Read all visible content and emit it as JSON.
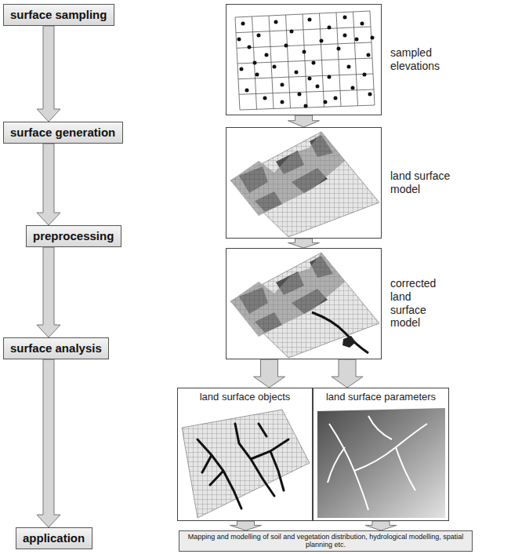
{
  "diagram": {
    "nodes": [
      {
        "text": [
          "surface sampling"
        ]
      },
      {
        "text": [
          "surface generation"
        ]
      },
      {
        "text": [
          "preprocessing"
        ]
      },
      {
        "text": [
          "surface analysis"
        ]
      },
      {
        "text": [
          "application"
        ]
      },
      {
        "text": [
          "sampled elevations"
        ]
      },
      {
        "text": [
          "land surface model"
        ]
      },
      {
        "text": [
          "corrected land surface model"
        ]
      },
      {
        "text": [
          "land surface objects"
        ]
      },
      {
        "text": [
          "land surface parameters"
        ]
      },
      {
        "text": [
          "Mapping and modelling of soil and vegetation distribution, hydrological modelling, spatial planning etc."
        ]
      }
    ],
    "edges": [
      {
        "from": 0,
        "to": 1,
        "arrow": "to"
      },
      {
        "from": 1,
        "to": 2,
        "arrow": "to"
      },
      {
        "from": 2,
        "to": 3,
        "arrow": "to"
      },
      {
        "from": 3,
        "to": 4,
        "arrow": "to"
      },
      {
        "from": 5,
        "to": 6,
        "arrow": "to"
      },
      {
        "from": 6,
        "to": 7,
        "arrow": "to"
      },
      {
        "from": 7,
        "to": 8,
        "arrow": "to"
      },
      {
        "from": 7,
        "to": 9,
        "arrow": "to"
      },
      {
        "from": 8,
        "to": 10,
        "arrow": "to"
      },
      {
        "from": 9,
        "to": 10,
        "arrow": "to"
      }
    ]
  }
}
